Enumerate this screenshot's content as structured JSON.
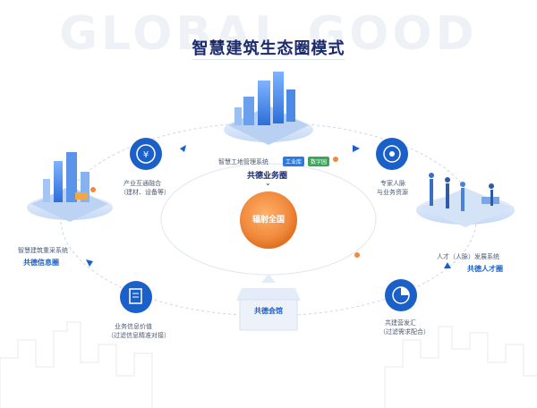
{
  "watermark": "GLOBAL GOOD",
  "title": "智慧建筑生态圈模式",
  "center": "辐射全国",
  "top_node": {
    "system": "智慧工地管理系统",
    "badge1": "工业库",
    "badge2": "数字园",
    "label": "共德业务圈"
  },
  "left_node": {
    "system": "智慧建筑重采系统",
    "label": "共德信息圈"
  },
  "right_node": {
    "system": "人才（人脉）发展系统",
    "label": "共德人才圈"
  },
  "bottom_node": {
    "label": "共德会馆"
  },
  "icon_top_left": {
    "line1": "产业互通融合",
    "line2": "（建材、设备等）"
  },
  "icon_top_right": {
    "line1": "专家人脉",
    "line2": "与业务资源"
  },
  "icon_bottom_left": {
    "line1": "业务信息价值",
    "line2": "（过滤信息精准对接）"
  },
  "icon_bottom_right": {
    "line1": "共建营发汇",
    "line2": "（过滤需求配合）"
  },
  "colors": {
    "primary": "#1b60c9",
    "accent_orange": "#f08a3c",
    "title": "#1a2a6c",
    "badge_blue": "#2a7be4",
    "badge_green": "#3aa65b"
  }
}
